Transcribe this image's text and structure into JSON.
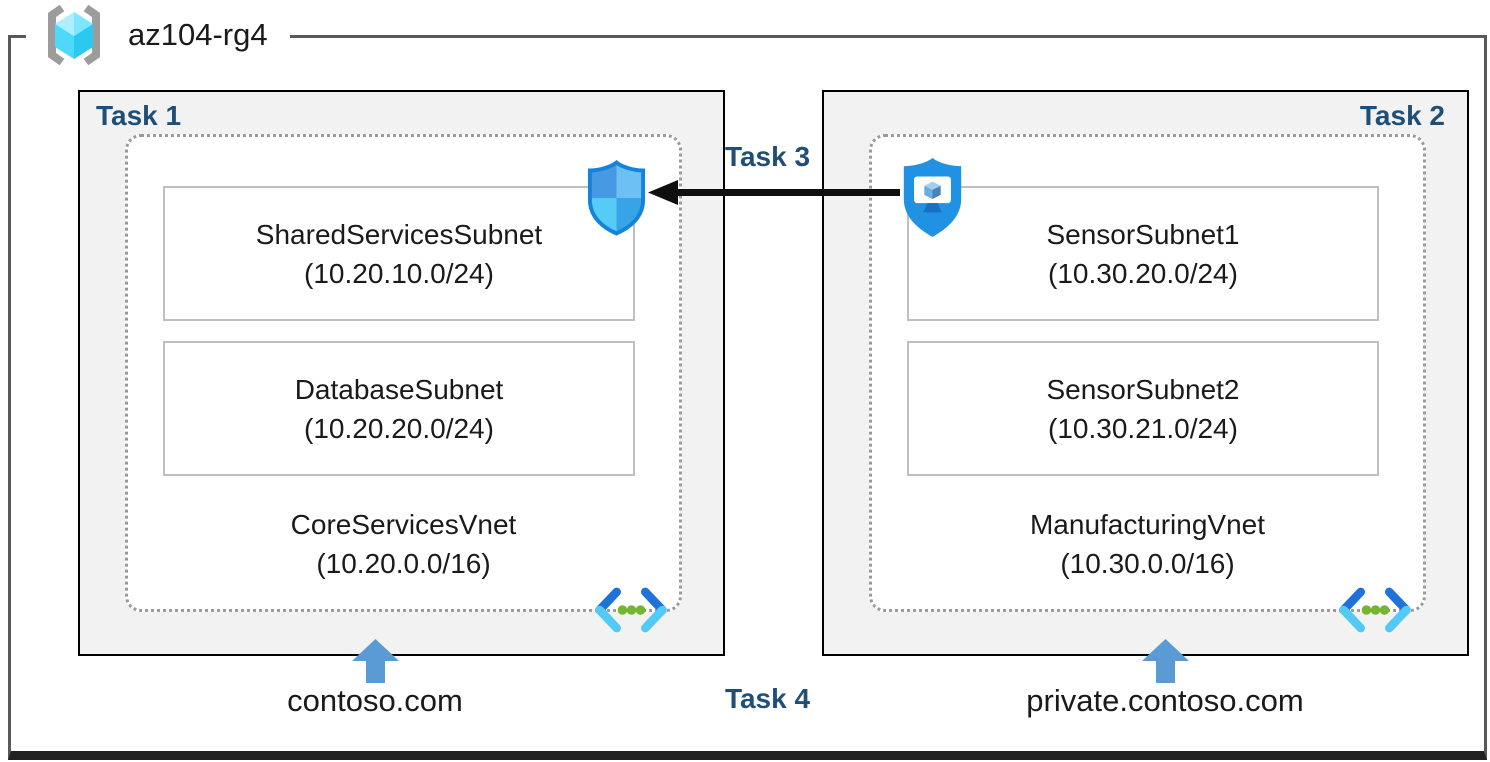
{
  "header": {
    "resource_group": "az104-rg4"
  },
  "left_box": {
    "task_label": "Task 1",
    "vnet": {
      "name": "CoreServicesVnet",
      "cidr": "(10.20.0.0/16)"
    },
    "subnets": [
      {
        "name": "SharedServicesSubnet",
        "cidr": "(10.20.10.0/24)"
      },
      {
        "name": "DatabaseSubnet",
        "cidr": "(10.20.20.0/24)"
      }
    ],
    "dns_zone": "contoso.com"
  },
  "right_box": {
    "task_label": "Task 2",
    "vnet": {
      "name": "ManufacturingVnet",
      "cidr": "(10.30.0.0/16)"
    },
    "subnets": [
      {
        "name": "SensorSubnet1",
        "cidr": "(10.30.20.0/24)"
      },
      {
        "name": "SensorSubnet2",
        "cidr": "(10.30.21.0/24)"
      }
    ],
    "dns_zone": "private.contoso.com"
  },
  "annotations": {
    "task3": "Task 3",
    "task4": "Task 4"
  },
  "icons": {
    "resource_group": "resource-group-icon",
    "network_security_group": "nsg-shield-icon",
    "bastion": "bastion-shield-monitor-icon",
    "virtual_network": "virtual-network-chevron-dots-icon",
    "dns_arrow": "blue-up-arrow",
    "connection_arrow": "black-left-arrow"
  },
  "colors": {
    "task_label": "#1F4E79",
    "box_fill": "#F2F2F2",
    "box_border": "#000000",
    "dashed_border": "#9A9A9A",
    "subnet_border": "#BFBFBF",
    "up_arrow": "#5B9BD5",
    "connection_arrow": "#0F0F0F",
    "frame_border": "#595959"
  }
}
